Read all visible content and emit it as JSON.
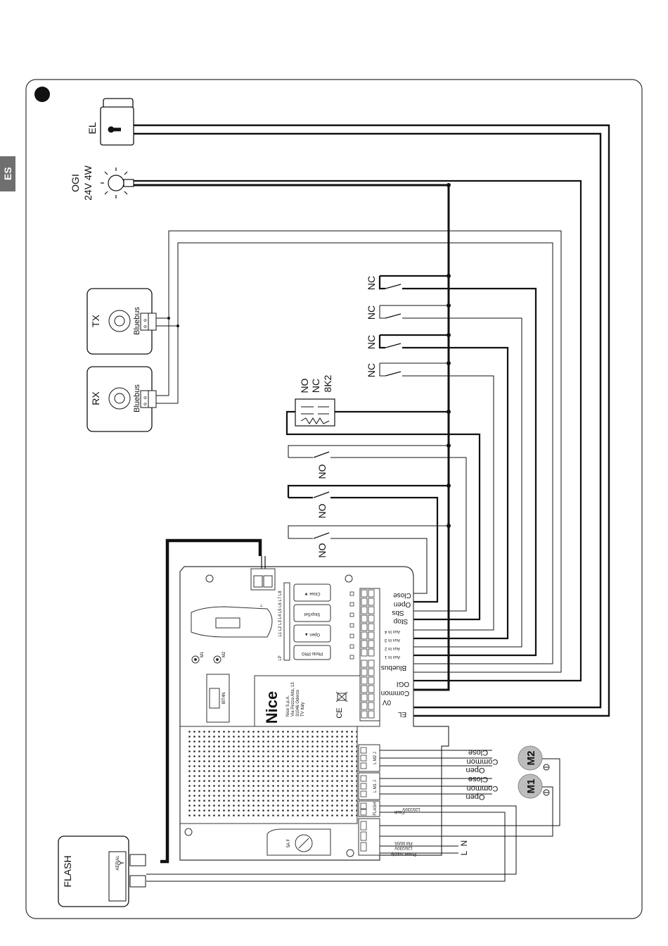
{
  "language_tab": "ES",
  "devices": {
    "el": "EL",
    "ogi_name": "OGI",
    "ogi_rating": "24V 4W",
    "tx": "TX",
    "rx": "RX",
    "bluebus": "Bluebus",
    "flash": "FLASH",
    "aerial": "AERIAL",
    "stop_device_labels": [
      "NO",
      "NC",
      "8K2"
    ]
  },
  "contacts": {
    "nc": [
      "NC",
      "NC",
      "NC",
      "NC"
    ],
    "no": [
      "NO",
      "NO",
      "NO"
    ]
  },
  "board": {
    "brand": "Nice",
    "buttons": [
      "Close ▼",
      "Stop/Set",
      "Open ▲",
      "Photo PRG"
    ],
    "leds": "L1 L2 L3 L4 L5 L6 L7 L8",
    "lp": "LP",
    "m1": "M1",
    "m2": "M2",
    "is_ibt4n": "IBT4N",
    "company": [
      "Nice S.p.A.",
      "Via Pezza Alta, 13",
      "31046 Oderzo",
      "TV Italy"
    ],
    "ce": "CE",
    "fuse": "5A F",
    "terminal_labels": [
      "Close",
      "Open",
      "Sbs",
      "Stop",
      "Aux In 4",
      "Aux In 3",
      "Aux In 2",
      "Aux In 1",
      "Bluebus",
      "OGI",
      "Common",
      "0V",
      "EL"
    ],
    "motor_connector": "L M1 J",
    "motor2_connector": "L M2 J",
    "flash_terminal": "FLASH",
    "flash_rating": "120/230V",
    "flash_small": "Flash",
    "power_text": [
      "FM 00/05",
      "120/230V",
      "Power supply"
    ]
  },
  "motors": {
    "m1": "M1",
    "m2": "M2",
    "wires": [
      "Close",
      "Common",
      "Open"
    ],
    "power": [
      "N",
      "L"
    ]
  }
}
